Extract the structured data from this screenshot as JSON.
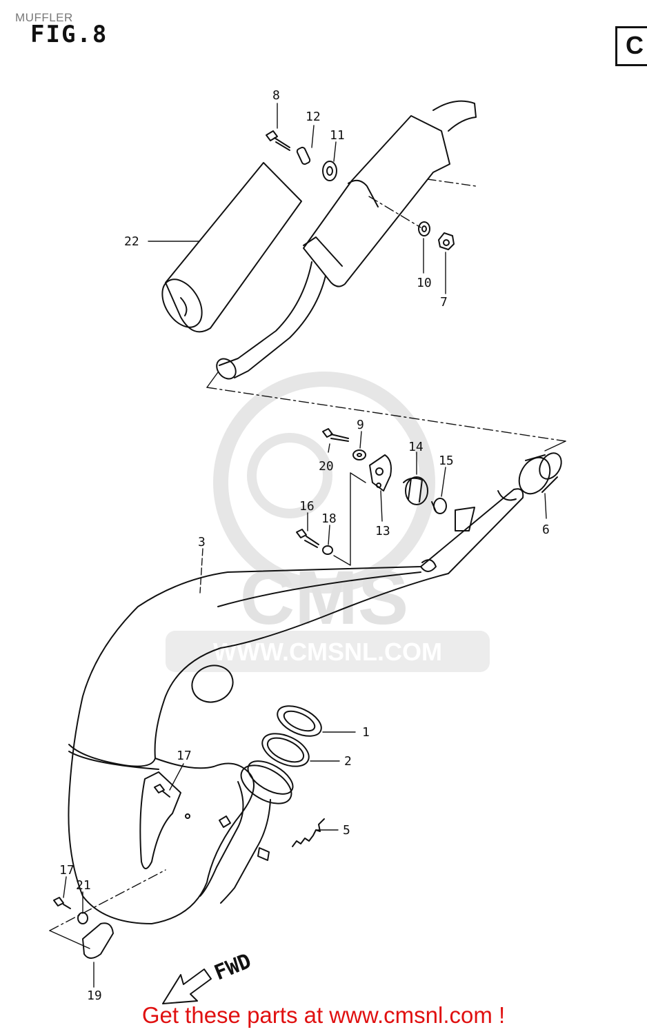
{
  "header": {
    "section_label": "MUFFLER",
    "figure_title": "FIG.8",
    "corner_letter": "C"
  },
  "watermark": {
    "logo_text": "CMS",
    "url_text": "WWW.CMSNL.COM"
  },
  "parts": [
    {
      "id": "p1",
      "number": "1"
    },
    {
      "id": "p2",
      "number": "2"
    },
    {
      "id": "p3",
      "number": "3"
    },
    {
      "id": "p5",
      "number": "5"
    },
    {
      "id": "p6",
      "number": "6"
    },
    {
      "id": "p7",
      "number": "7"
    },
    {
      "id": "p8",
      "number": "8"
    },
    {
      "id": "p9",
      "number": "9"
    },
    {
      "id": "p10",
      "number": "10"
    },
    {
      "id": "p11",
      "number": "11"
    },
    {
      "id": "p12",
      "number": "12"
    },
    {
      "id": "p13",
      "number": "13"
    },
    {
      "id": "p14",
      "number": "14"
    },
    {
      "id": "p15",
      "number": "15"
    },
    {
      "id": "p16",
      "number": "16"
    },
    {
      "id": "p17a",
      "number": "17"
    },
    {
      "id": "p17b",
      "number": "17"
    },
    {
      "id": "p18",
      "number": "18"
    },
    {
      "id": "p19",
      "number": "19"
    },
    {
      "id": "p20",
      "number": "20"
    },
    {
      "id": "p21",
      "number": "21"
    },
    {
      "id": "p22",
      "number": "22"
    }
  ],
  "direction_label": "FWD",
  "footer": {
    "link_text": "Get these parts at www.cmsnl.com !",
    "link_color": "#e01010"
  }
}
